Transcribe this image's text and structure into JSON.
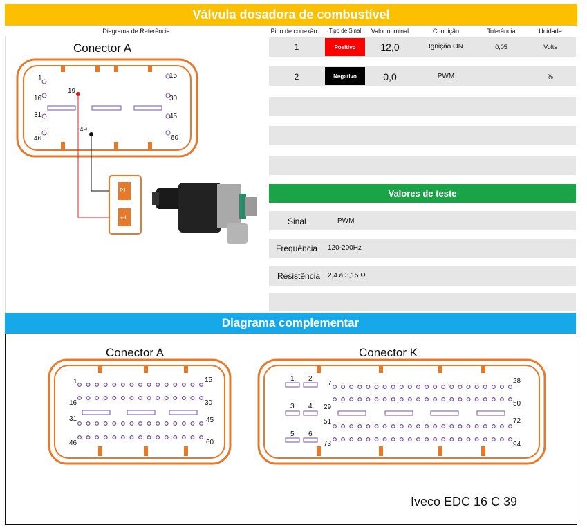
{
  "title": "Válvula dosadora de combustível",
  "headers": {
    "reference": "Diagrama de Referência",
    "pin": "Pino de conexão",
    "signal_type": "Tipo de Sinal",
    "nominal": "Valor nominal",
    "condition": "Condição",
    "tolerance": "Tolerância",
    "unit": "Unidade"
  },
  "rows": [
    {
      "pin": "1",
      "signal": "Positivo",
      "nominal": "12,0",
      "condition": "Ignição ON",
      "tolerance": "0,05",
      "unit": "Volts"
    },
    {
      "pin": "2",
      "signal": "Negativo",
      "nominal": "0,0",
      "condition": "PWM",
      "tolerance": "",
      "unit": "%"
    }
  ],
  "reference_diagram": {
    "connector_title": "Conector A",
    "pin_labels": {
      "p1": "1",
      "p15": "15",
      "p16": "16",
      "p30": "30",
      "p31": "31",
      "p45": "45",
      "p46": "46",
      "p60": "60",
      "p19": "19",
      "p49": "49"
    },
    "plug_pins": {
      "p2": "2",
      "p1": "1"
    }
  },
  "test_values": {
    "title": "Valores de teste",
    "items": [
      {
        "label": "Sinal",
        "value": "PWM"
      },
      {
        "label": "Frequência",
        "value": "120-200Hz"
      },
      {
        "label": "Resistência",
        "value": "2,4 a 3,15 Ω"
      }
    ]
  },
  "complementary": {
    "title": "Diagrama complementar",
    "connector_a": {
      "title": "Conector A",
      "labels": {
        "a1": "1",
        "a15": "15",
        "a16": "16",
        "a30": "30",
        "a31": "31",
        "a45": "45",
        "a46": "46",
        "a60": "60"
      }
    },
    "connector_k": {
      "title": "Conector K",
      "labels": {
        "k1": "1",
        "k2": "2",
        "k3": "3",
        "k4": "4",
        "k5": "5",
        "k6": "6",
        "k7": "7",
        "k28": "28",
        "k29": "29",
        "k50": "50",
        "k51": "51",
        "k72": "72",
        "k73": "73",
        "k94": "94"
      }
    },
    "ecu_label": "Iveco  EDC 16 C 39"
  },
  "colors": {
    "title_bar": "#fcc001",
    "test_header": "#1ba347",
    "comp_bar": "#16a8e8",
    "connector_outline": "#e8782a",
    "positive": "#ff0000",
    "negative": "#000000",
    "pin_circle": "#7a4fa8"
  }
}
